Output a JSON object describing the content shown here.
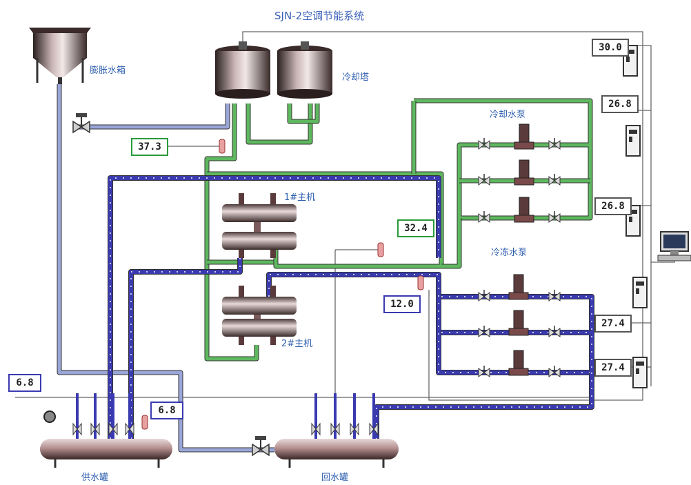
{
  "title": "SJN-2空调节能系统",
  "labels": {
    "expansion_tank": "膨胀水箱",
    "cooling_tower": "冷却塔",
    "cooling_pumps": "冷却水泵",
    "chilled_pumps": "冷冻水泵",
    "chiller1": "1#主机",
    "chiller2": "2#主机",
    "supply_tank": "供水罐",
    "return_tank": "回水罐"
  },
  "readings": {
    "tower_temp": "30.0",
    "cooling_pump_top": "26.8",
    "cooling_pump_bottom": "26.8",
    "chilled_pump_a": "27.4",
    "chilled_pump_b": "27.4",
    "condenser_out": "37.3",
    "condenser_return": "32.4",
    "chilled_return": "12.0",
    "supply_left": "6.8",
    "supply_header": "6.8"
  },
  "colors": {
    "cooling_pipe": "#5fb85f",
    "chilled_pipe": "#3a3ab0",
    "makeup_pipe": "#9aa6d8",
    "signal_line": "#666666"
  },
  "icons": [
    "valve-icon",
    "pump-icon",
    "inverter-cabinet-icon",
    "computer-icon",
    "flow-sensor-icon"
  ]
}
